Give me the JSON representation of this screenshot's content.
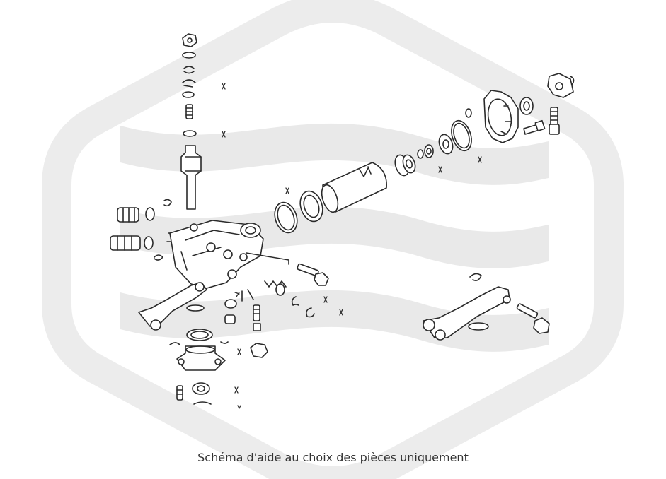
{
  "caption": "Schéma d'aide au choix des pièces uniquement",
  "colors": {
    "background": "#ffffff",
    "watermark": "#e9e9e9",
    "line_art": "#2a2a2a",
    "caption_text": "#333333"
  },
  "watermark": {
    "type": "hexagon-wave-logo"
  },
  "diagram": {
    "subject": "steering-gearbox-exploded-view"
  }
}
